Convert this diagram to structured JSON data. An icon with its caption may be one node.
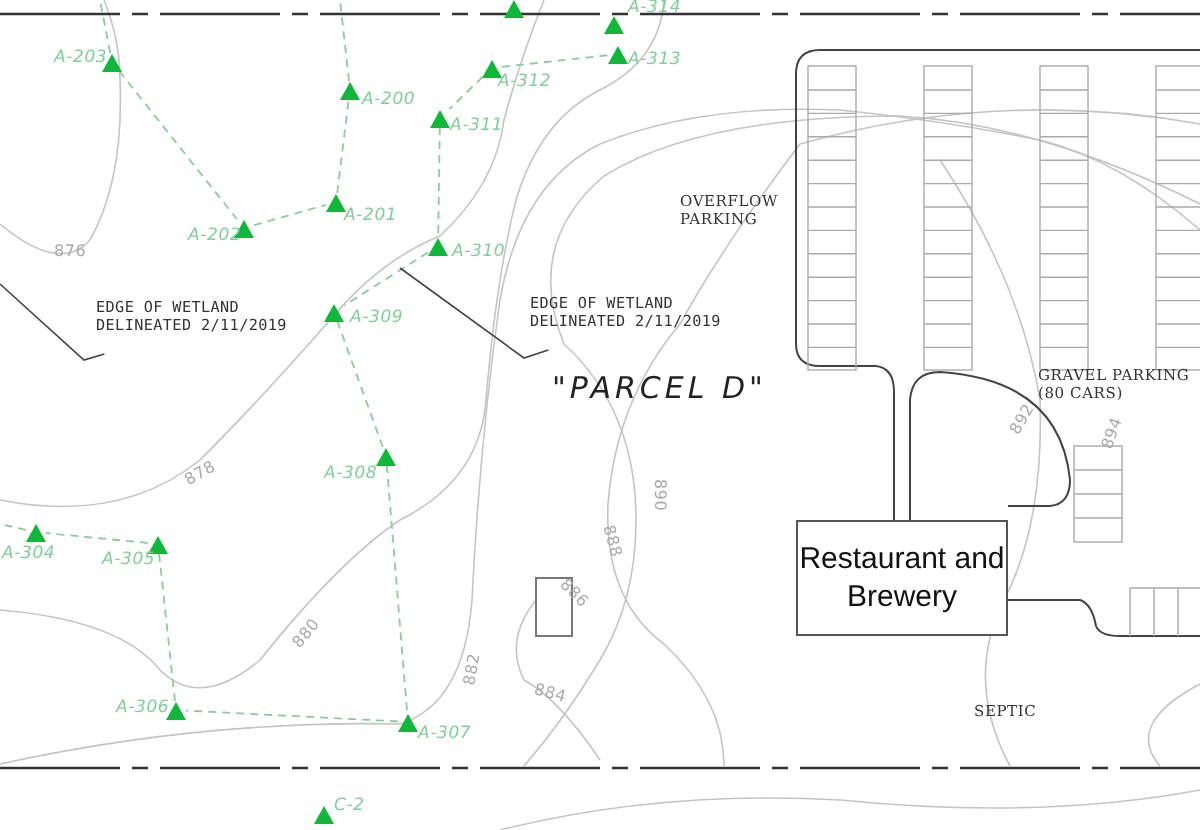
{
  "diagram": {
    "nodes": [
      {
        "text": [],
        "shape": "triangle"
      },
      {
        "text": [],
        "shape": "triangle",
        "beside": [
          "A-314"
        ]
      },
      {
        "text": [],
        "shape": "triangle",
        "beside": [
          "A-203"
        ]
      },
      {
        "text": [],
        "shape": "triangle",
        "beside": [
          "A-313"
        ]
      },
      {
        "text": [],
        "shape": "triangle",
        "beside": [
          "A-312"
        ]
      },
      {
        "text": [],
        "shape": "triangle",
        "beside": [
          "A-200"
        ]
      },
      {
        "text": [],
        "shape": "triangle",
        "beside": [
          "A-311"
        ]
      },
      {
        "text": [],
        "shape": "triangle",
        "beside": [
          "A-201"
        ]
      },
      {
        "text": [],
        "shape": "triangle",
        "beside": [
          "A-202"
        ]
      },
      {
        "text": [],
        "shape": "triangle",
        "beside": [
          "A-310"
        ]
      },
      {
        "text": [
          "EDGE OF WETLAND DELINEATED 2/11/2019"
        ]
      },
      {
        "text": [],
        "shape": "triangle",
        "beside": [
          "A-309"
        ]
      },
      {
        "text": [
          "EDGE OF WETLAND DELINEATED 2/11/2019"
        ]
      },
      {
        "text": [],
        "shape": "triangle",
        "beside": [
          "A-308"
        ]
      },
      {
        "text": [],
        "shape": "triangle",
        "beside": [
          "A-304"
        ]
      },
      {
        "text": [],
        "shape": "triangle",
        "beside": [
          "A-305"
        ]
      },
      {
        "text": [
          "Restaurant and Brewery"
        ]
      },
      {
        "text": [],
        "shape": "triangle",
        "beside": [
          "A-306"
        ]
      },
      {
        "text": [],
        "shape": "triangle",
        "beside": [
          "A-307"
        ]
      },
      {
        "text": [],
        "shape": "triangle",
        "beside": [
          "C-2"
        ]
      }
    ],
    "edges": [
      {
        "from": 2,
        "to": 8,
        "arrow": "none",
        "style": "dashed"
      },
      {
        "from": 8,
        "to": 7,
        "arrow": "none",
        "style": "dashed"
      },
      {
        "from": 7,
        "to": 5,
        "arrow": "none",
        "style": "dashed"
      },
      {
        "from": 5,
        "to": null,
        "arrow": "none",
        "style": "dashed"
      },
      {
        "from": 2,
        "to": null,
        "arrow": "none",
        "style": "dashed"
      },
      {
        "from": 4,
        "to": 3,
        "arrow": "none",
        "style": "dashed"
      },
      {
        "from": 4,
        "to": 6,
        "arrow": "none",
        "style": "dashed"
      },
      {
        "from": 6,
        "to": 9,
        "arrow": "none",
        "style": "dashed"
      },
      {
        "from": 9,
        "to": 11,
        "arrow": "none",
        "style": "dashed"
      },
      {
        "from": 11,
        "to": 13,
        "arrow": "none",
        "style": "dashed"
      },
      {
        "from": 13,
        "to": 18,
        "arrow": "none",
        "style": "dashed"
      },
      {
        "from": 18,
        "to": 17,
        "arrow": "none",
        "style": "dashed"
      },
      {
        "from": 17,
        "to": 15,
        "arrow": "none",
        "style": "dashed"
      },
      {
        "from": 15,
        "to": 14,
        "arrow": "none",
        "style": "dashed"
      },
      {
        "from": 14,
        "to": null,
        "arrow": "none",
        "style": "dashed"
      },
      {
        "from": 10,
        "to": null,
        "arrow": "none",
        "color": "#444444"
      },
      {
        "from": 12,
        "to": null,
        "arrow": "none",
        "color": "#444444"
      }
    ],
    "labels": [
      "OVERFLOW PARKING",
      "876",
      "\"PARCEL D\"",
      "GRAVEL PARKING (80 CARS)",
      "894",
      "892",
      "878",
      "890",
      "888",
      "886",
      "880",
      "882",
      "884",
      "SEPTIC"
    ]
  }
}
